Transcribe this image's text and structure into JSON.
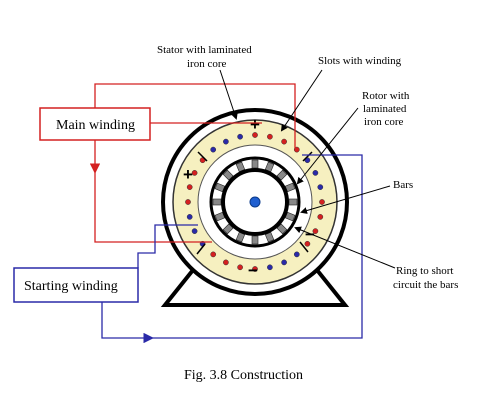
{
  "figure": {
    "caption": "Fig. 3.8 Construction",
    "boxes": {
      "main_winding": "Main winding",
      "starting_winding": "Starting winding"
    },
    "labels": {
      "stator_line1": "Stator with laminated",
      "stator_line2": "iron core",
      "slots": "Slots with winding",
      "rotor_line1": "Rotor with",
      "rotor_line2": "laminated",
      "rotor_line3": "iron core",
      "bars": "Bars",
      "ring_line1": "Ring to short",
      "ring_line2": "circuit the bars"
    },
    "symbols": {
      "main_plus": "+",
      "start_plus": "+",
      "main_minus": "−",
      "start_minus": "−"
    },
    "colors": {
      "main_circuit": "#d42020",
      "starting_circuit": "#2a2aa8",
      "stator_fill": "#f6f0c0",
      "rotor_center": "#1f5fd0"
    }
  }
}
